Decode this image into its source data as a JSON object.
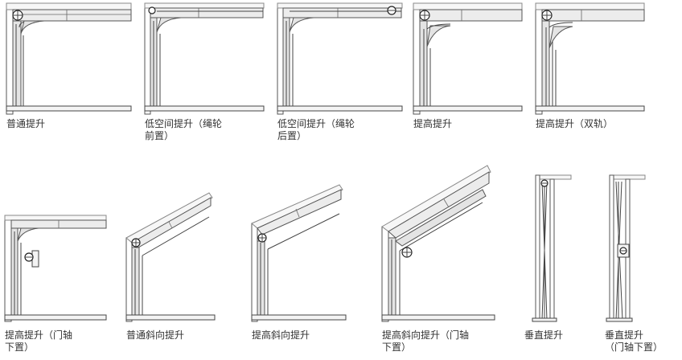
{
  "captions": [
    {
      "line1": "普通提升",
      "line2": ""
    },
    {
      "line1": "低空间提升（绳轮",
      "line2": "前置）"
    },
    {
      "line1": "低空间提升（绳轮",
      "line2": "后置）"
    },
    {
      "line1": "提高提升",
      "line2": ""
    },
    {
      "line1": "提高提升（双轨）",
      "line2": ""
    },
    {
      "line1": "提高提升（门轴",
      "line2": "下置）"
    },
    {
      "line1": "普通斜向提升",
      "line2": ""
    },
    {
      "line1": "提高斜向提升",
      "line2": ""
    },
    {
      "line1": "提高斜向提升（门轴",
      "line2": "下置）"
    },
    {
      "line1": "垂直提升",
      "line2": ""
    },
    {
      "line1": "垂直提升",
      "line2": "（门轴下置）"
    }
  ]
}
